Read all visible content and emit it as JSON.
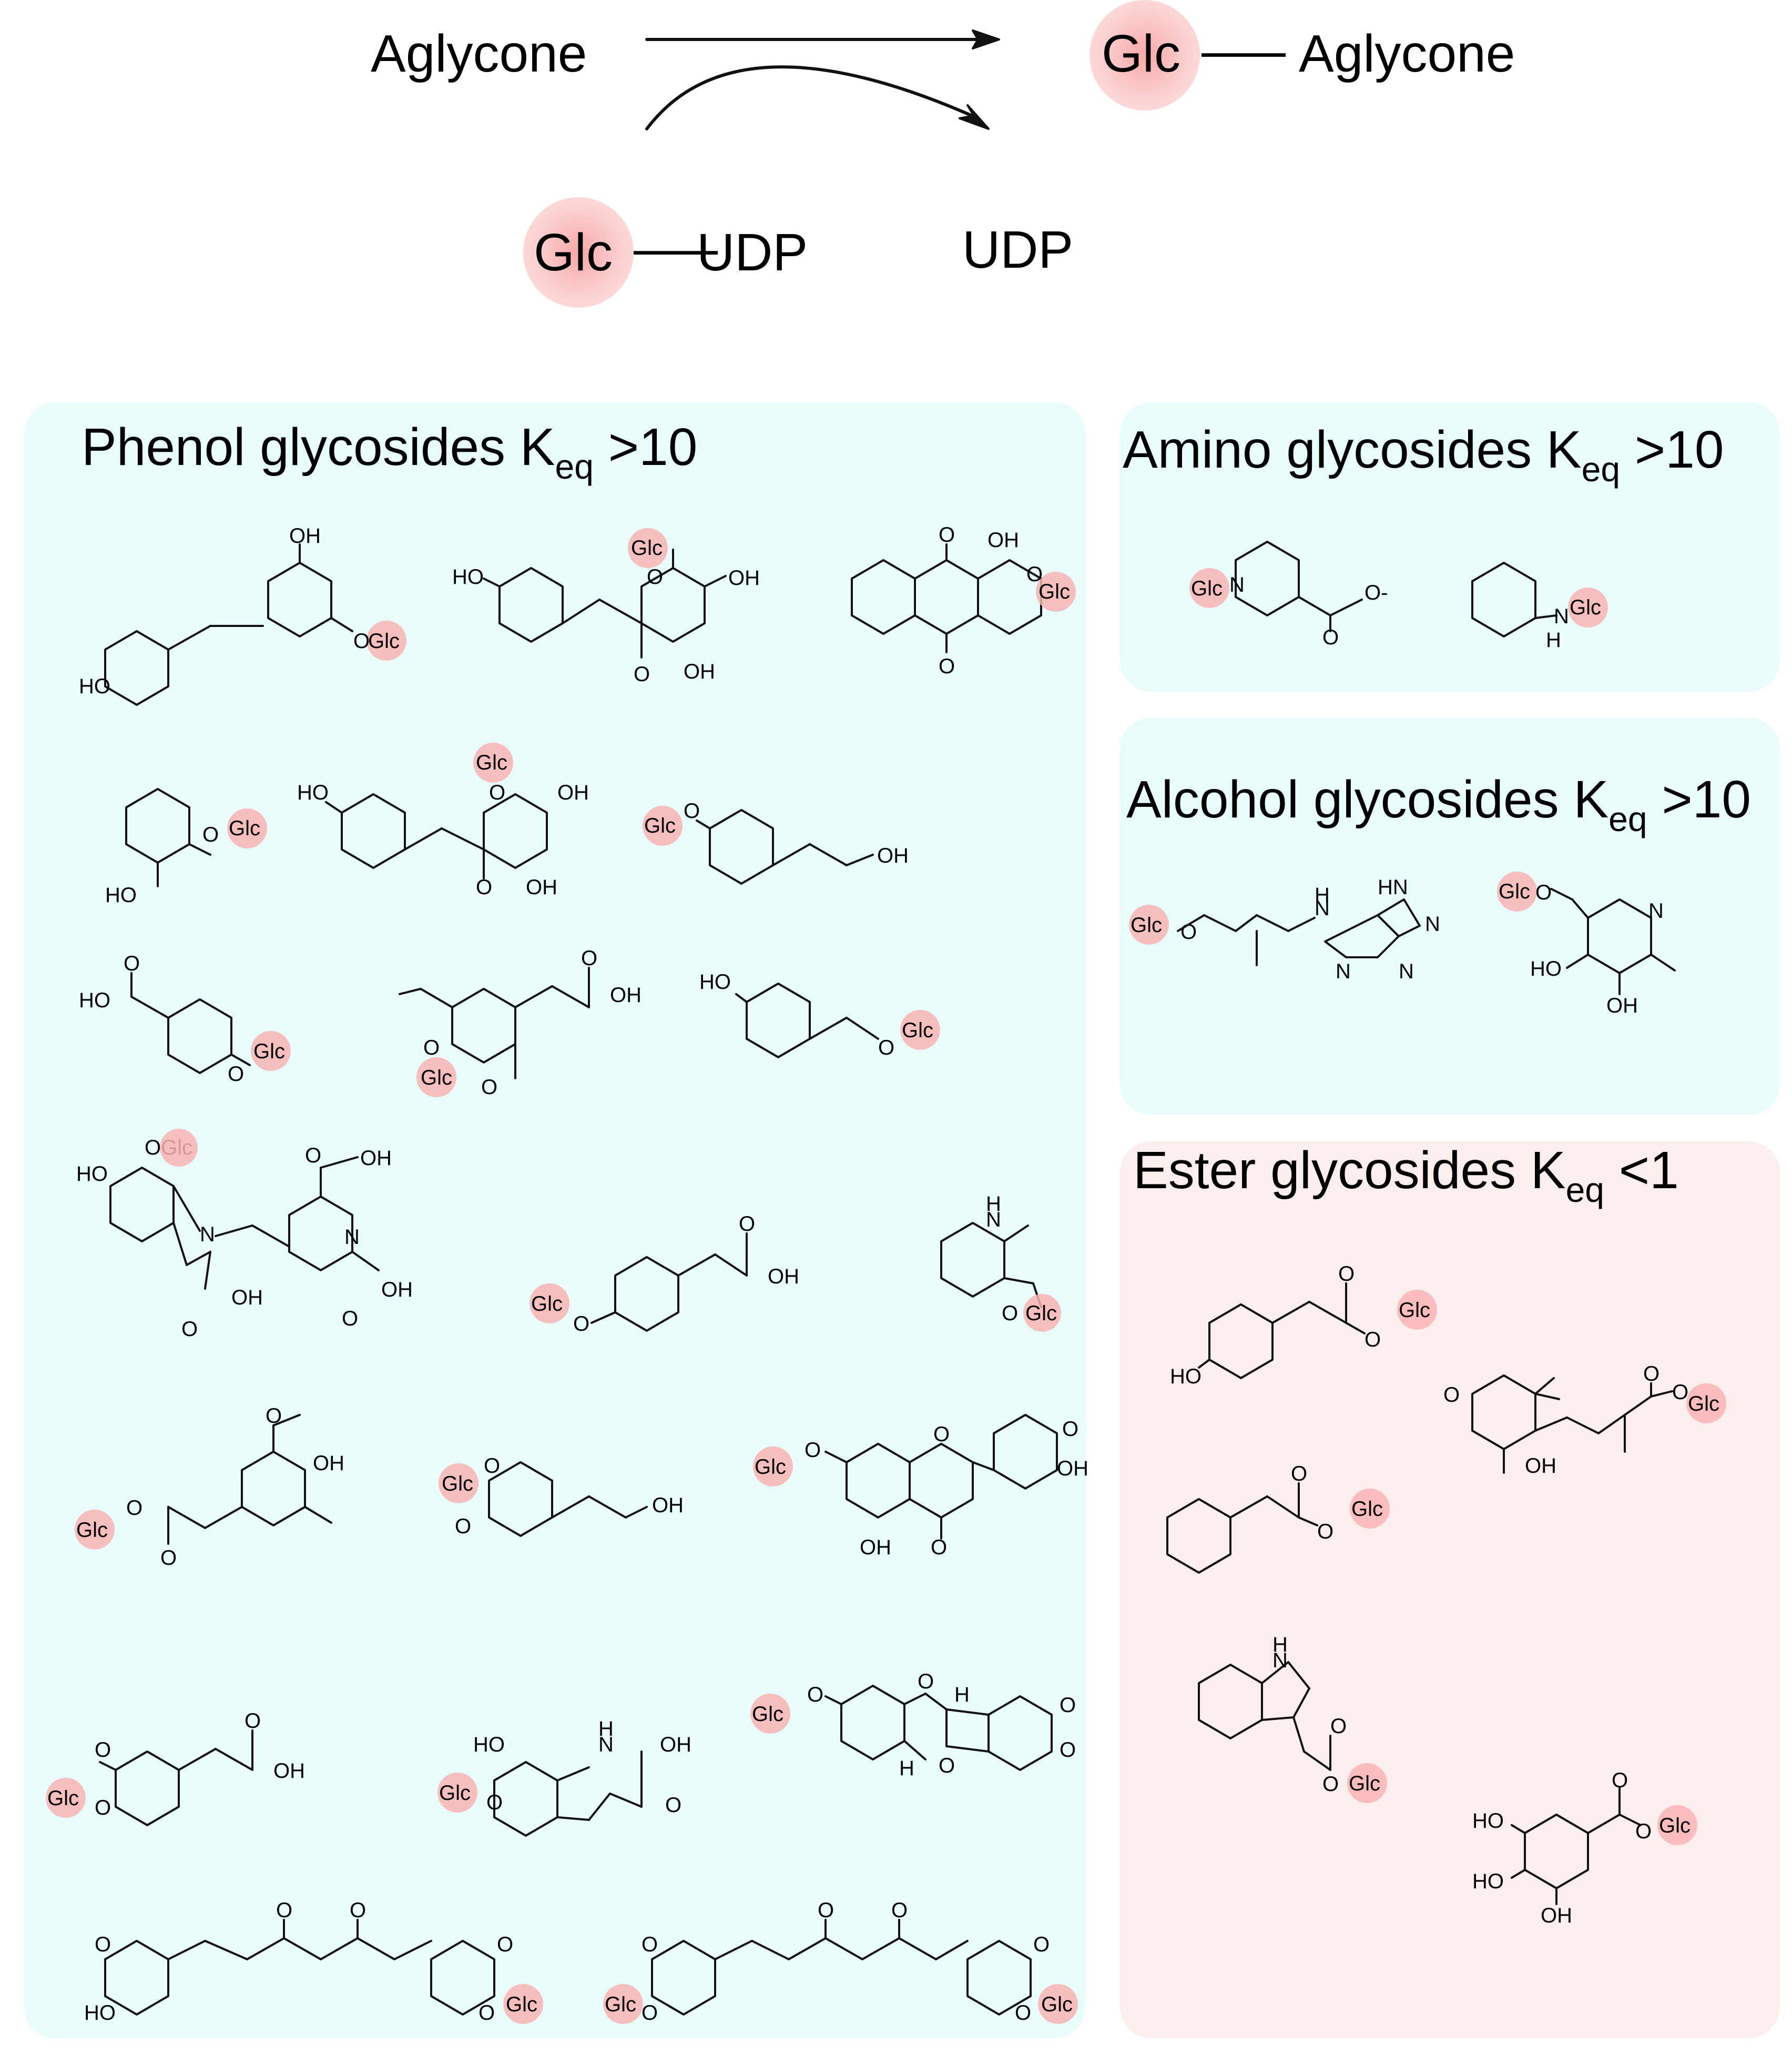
{
  "reaction": {
    "substrate": "Aglycone",
    "product_sugar": "Glc",
    "product_dash": "—",
    "product_aglycone": "Aglycone",
    "donor_sugar": "Glc",
    "donor_dash": "—",
    "donor_group": "UDP",
    "byproduct": "UDP"
  },
  "panels": [
    {
      "title": "Phenol glycosides K",
      "sub": "eq",
      "suffix": " >10"
    },
    {
      "title": "Amino glycosides K",
      "sub": "eq",
      "suffix": " >10"
    },
    {
      "title": "Alcohol glycosides K",
      "sub": "eq",
      "suffix": " >10"
    },
    {
      "title": "Ester glycosides K",
      "sub": "eq",
      "suffix": " <1"
    }
  ],
  "labels": {
    "glc": "Glc",
    "oh": "OH",
    "ho": "HO",
    "o": "O",
    "n": "N",
    "h": "H",
    "nh": "NH",
    "hn": "HN",
    "o_minus": "O-",
    "oglc": "OGlc"
  },
  "colors": {
    "phenol_bg": "#e9fcfc",
    "ester_bg": "#fdeeee",
    "glc_highlight": "#f9b3b3"
  }
}
